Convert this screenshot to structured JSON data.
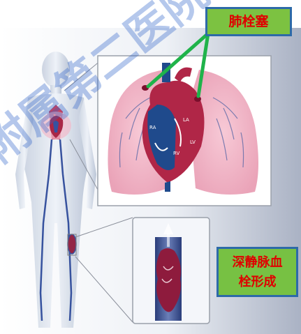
{
  "labels": {
    "pulmonary_embolism": "肺栓塞",
    "dvt_line1": "深静脉血",
    "dvt_line2": "栓形成"
  },
  "heart_chambers": {
    "ra": "RA",
    "la": "LA",
    "rv": "RV",
    "lv": "LV"
  },
  "watermark": "附属第二医院",
  "colors": {
    "label_bg": "#7cc241",
    "label_border": "#2d6aa8",
    "label_text": "#e00000",
    "pointer_lines": "#1fb34a",
    "watermark": "#2f63c9"
  }
}
